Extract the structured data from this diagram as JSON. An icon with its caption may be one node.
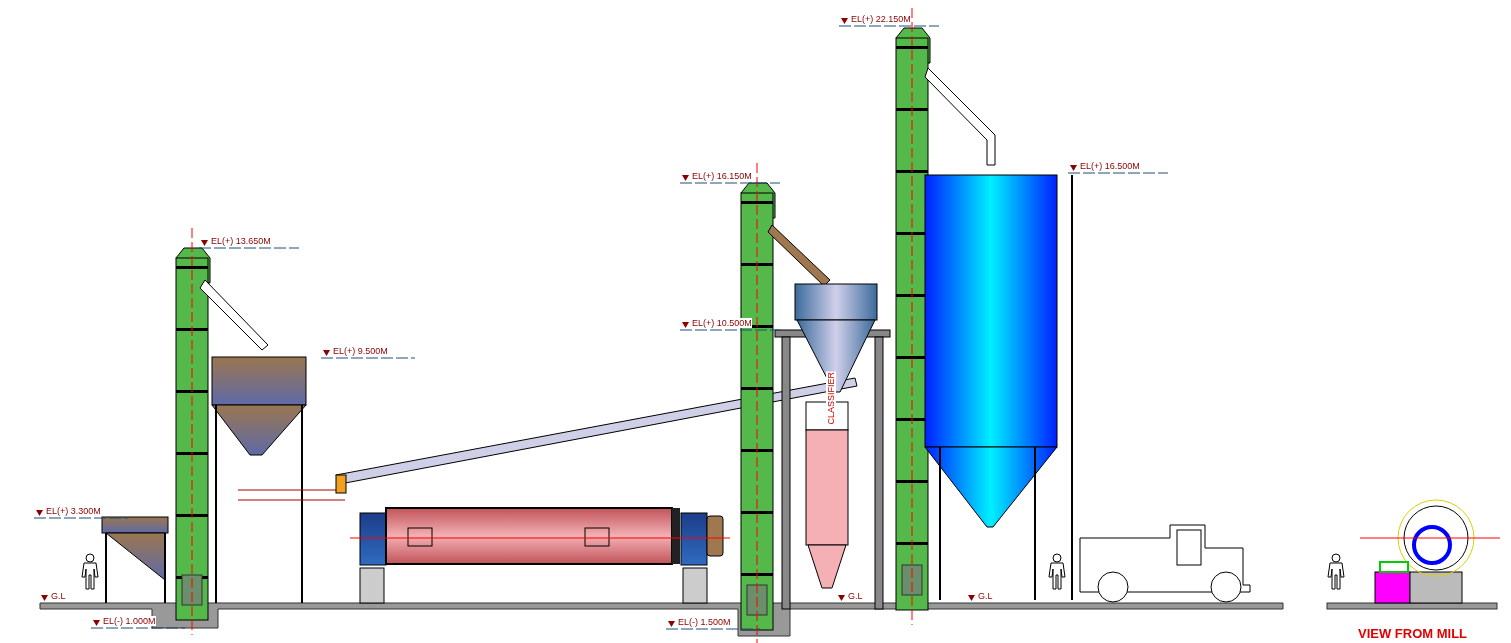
{
  "diagram": {
    "labels": [
      "EL(+) 22.150M",
      "EL(+) 16.150M",
      "EL(+) 16.500M",
      "EL(+) 13.650M",
      "EL(+) 10.500M",
      "EL(+) 9.500M",
      "CLASSIFIER",
      "EL(+) 3.300M",
      "G.L",
      "G.L",
      "G.L",
      "EL(-) 1.000M",
      "EL(-) 1.500M",
      "VIEW FROM MILL"
    ]
  }
}
